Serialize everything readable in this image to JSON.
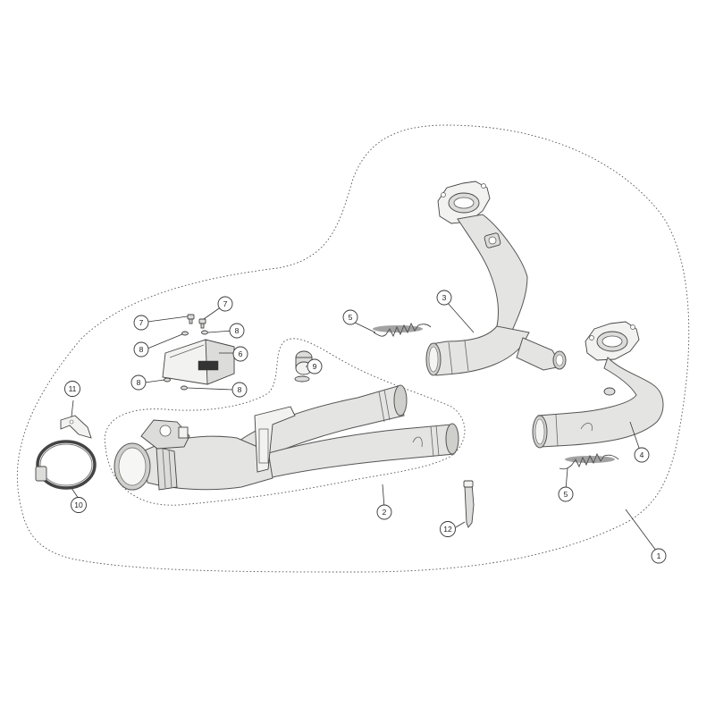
{
  "callouts": [
    {
      "id": "c1",
      "label": "1"
    },
    {
      "id": "c2",
      "label": "2"
    },
    {
      "id": "c3",
      "label": "3"
    },
    {
      "id": "c4",
      "label": "4"
    },
    {
      "id": "c5a",
      "label": "5"
    },
    {
      "id": "c5b",
      "label": "5"
    },
    {
      "id": "c6",
      "label": "6"
    },
    {
      "id": "c7a",
      "label": "7"
    },
    {
      "id": "c7b",
      "label": "7"
    },
    {
      "id": "c8a",
      "label": "8"
    },
    {
      "id": "c8b",
      "label": "8"
    },
    {
      "id": "c8c",
      "label": "8"
    },
    {
      "id": "c8d",
      "label": "8"
    },
    {
      "id": "c9",
      "label": "9"
    },
    {
      "id": "c10",
      "label": "10"
    },
    {
      "id": "c11",
      "label": "11"
    },
    {
      "id": "c12",
      "label": "12"
    }
  ]
}
